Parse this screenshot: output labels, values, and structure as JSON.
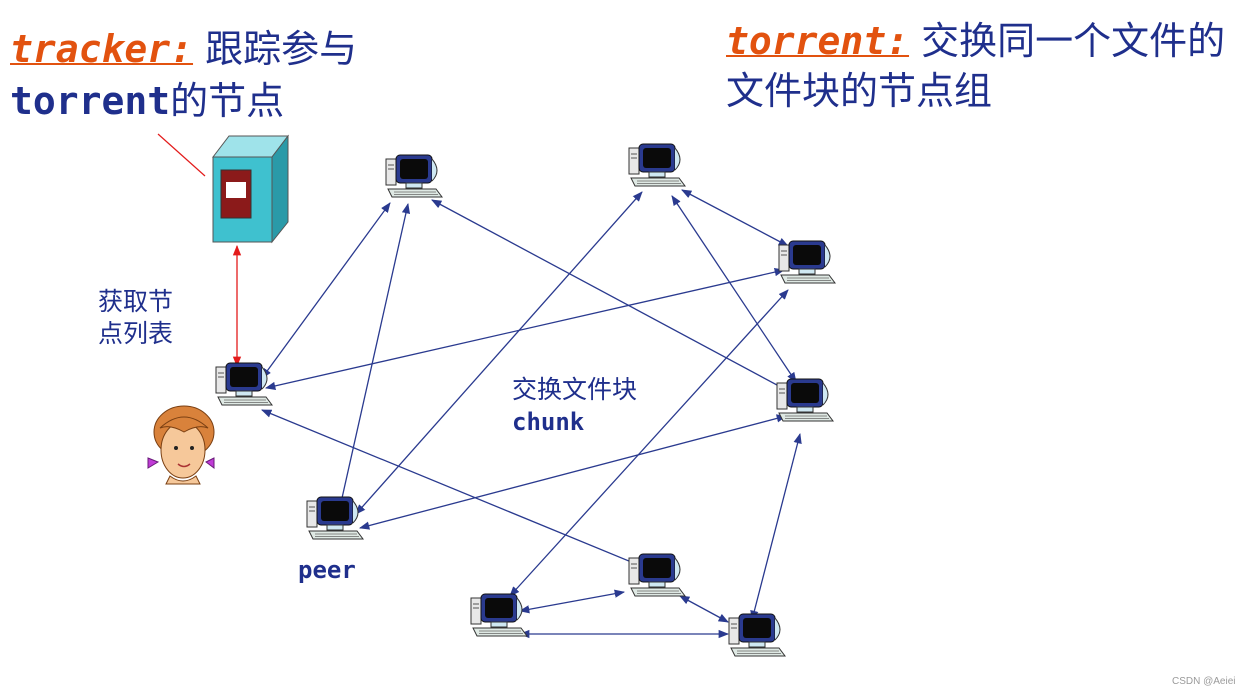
{
  "tracker": {
    "keyword": "tracker:",
    "desc_line1": "跟踪参与",
    "desc_line2_keyword": "torrent",
    "desc_line2_text": "的节点"
  },
  "torrent": {
    "keyword": "torrent:",
    "desc_line1": "交换同一个文件的",
    "desc_line2": "文件块的节点组"
  },
  "get_peer_list": {
    "line1": "获取节",
    "line2": "点列表"
  },
  "exchange": {
    "line1": "交换文件块",
    "line2": "chunk"
  },
  "peer_label": "peer",
  "watermark": "CSDN @Aeiei",
  "colors": {
    "keyword_red": "#e2520f",
    "text_blue": "#1f2f8c",
    "arrow_blue": "#2a3a8f",
    "tracker_arrow": "#e31b1b",
    "server_cyan": "#3fc1cf",
    "server_panel": "#8b1a1a"
  },
  "icons": {
    "tracker_server": "server-icon",
    "peer": "computer-icon",
    "user": "girl-user-icon"
  }
}
